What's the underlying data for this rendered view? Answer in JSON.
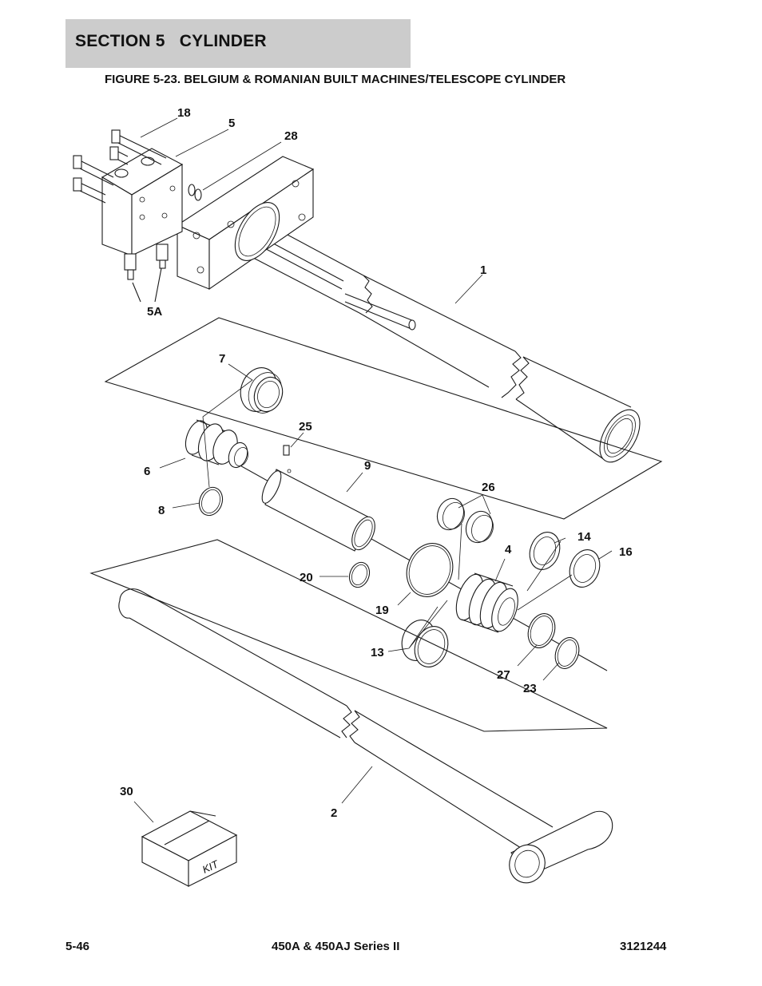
{
  "header": {
    "section_title": "SECTION 5   CYLINDER",
    "figure_title": "FIGURE 5-23. BELGIUM & ROMANIAN BUILT MACHINES/TELESCOPE CYLINDER"
  },
  "diagram": {
    "callouts": [
      "18",
      "5",
      "28",
      "1",
      "5A",
      "7",
      "25",
      "9",
      "6",
      "8",
      "26",
      "14",
      "4",
      "16",
      "20",
      "19",
      "13",
      "27",
      "23",
      "30",
      "2"
    ],
    "kit_label": "KIT"
  },
  "footer": {
    "page_number": "5-46",
    "model": "450A & 450AJ Series II",
    "doc_number": "3121244"
  }
}
